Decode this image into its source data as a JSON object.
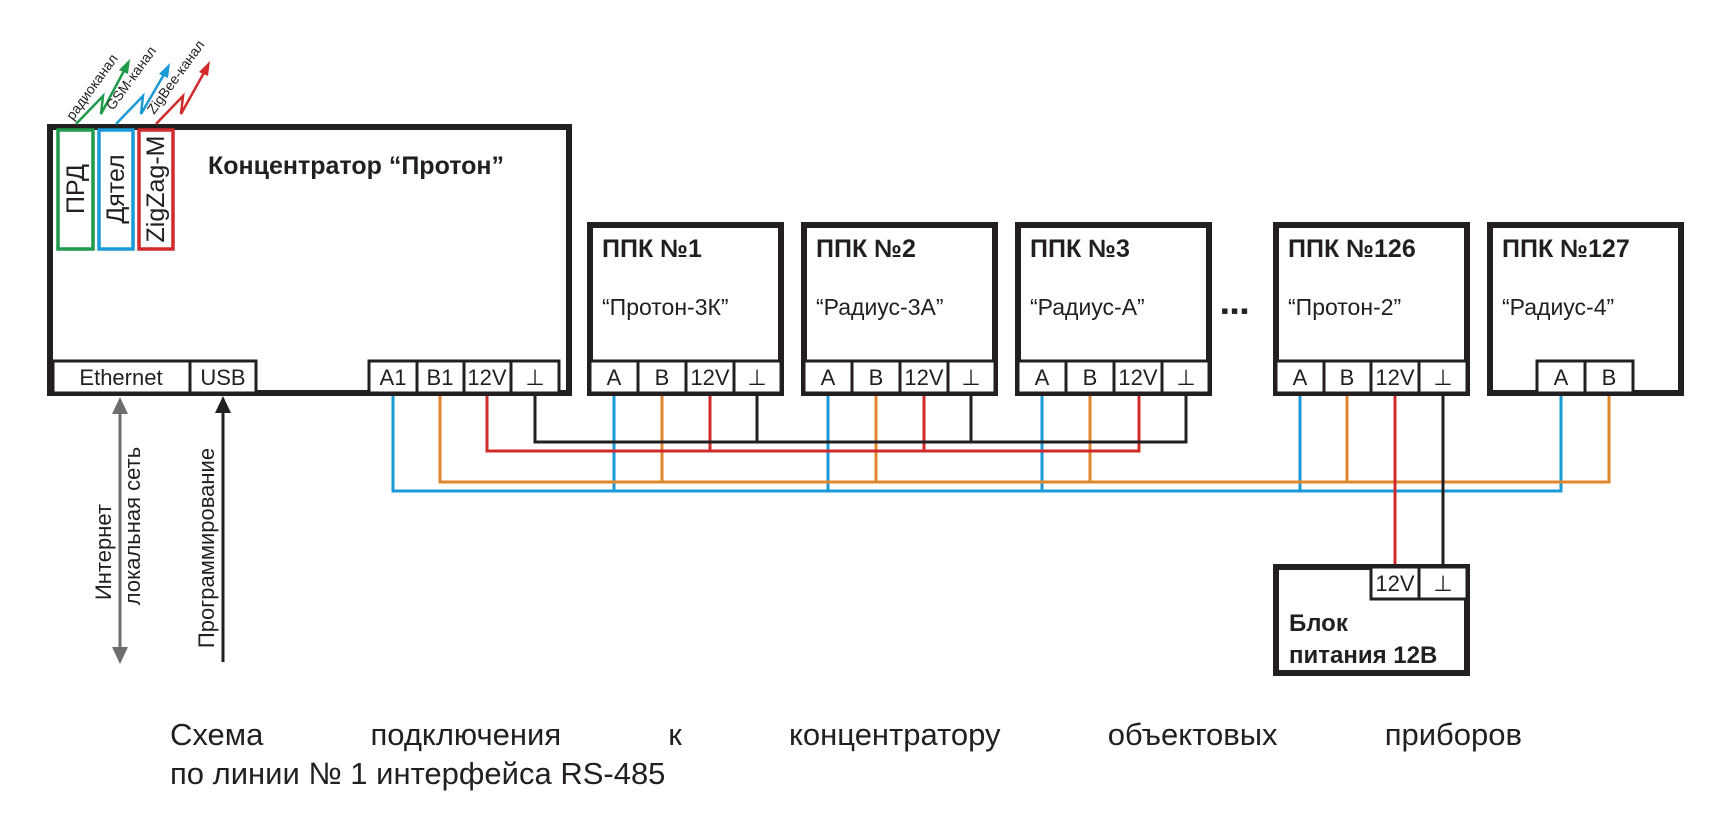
{
  "concentrator": {
    "title": "Концентратор “Протон”",
    "modules": [
      "ПРД",
      "Дятел",
      "ZigZag-M"
    ],
    "channels": [
      "радиоканал",
      "GSM-канал",
      "ZigBee-канал"
    ],
    "ports": [
      "Ethernet",
      "USB"
    ],
    "terminals": [
      "A1",
      "B1",
      "12V",
      "⊥"
    ]
  },
  "devices": [
    {
      "title": "ППК №1",
      "model": "“Протон-3К”",
      "terminals": [
        "A",
        "B",
        "12V",
        "⊥"
      ]
    },
    {
      "title": "ППК №2",
      "model": "“Радиус-3А”",
      "terminals": [
        "A",
        "B",
        "12V",
        "⊥"
      ]
    },
    {
      "title": "ППК №3",
      "model": "“Радиус-А”",
      "terminals": [
        "A",
        "B",
        "12V",
        "⊥"
      ]
    },
    {
      "title": "ППК №126",
      "model": "“Протон-2”",
      "terminals": [
        "A",
        "B",
        "12V",
        "⊥"
      ]
    },
    {
      "title": "ППК №127",
      "model": "“Радиус-4”",
      "terminals": [
        "A",
        "B"
      ]
    }
  ],
  "ellipsis": "▪▪▪",
  "power_supply": {
    "title_line1": "Блок",
    "title_line2": "питания 12В",
    "terminals": [
      "12V",
      "⊥"
    ]
  },
  "side_labels": {
    "network_line1": "Интернет",
    "network_line2": "локальная сеть",
    "programming": "Программирование"
  },
  "caption": {
    "line1": "Схема подключения к концентратору объектовых приборов",
    "line2": "по линии № 1 интерфейса RS-485"
  },
  "colors": {
    "line_a": "#1a9ad6",
    "line_b": "#e0862c",
    "line_12v": "#d12b2b",
    "line_gnd": "#231f20",
    "prd": "#1f9a4a",
    "dyatel": "#1a9ad6",
    "zigzag": "#d12b2b"
  }
}
